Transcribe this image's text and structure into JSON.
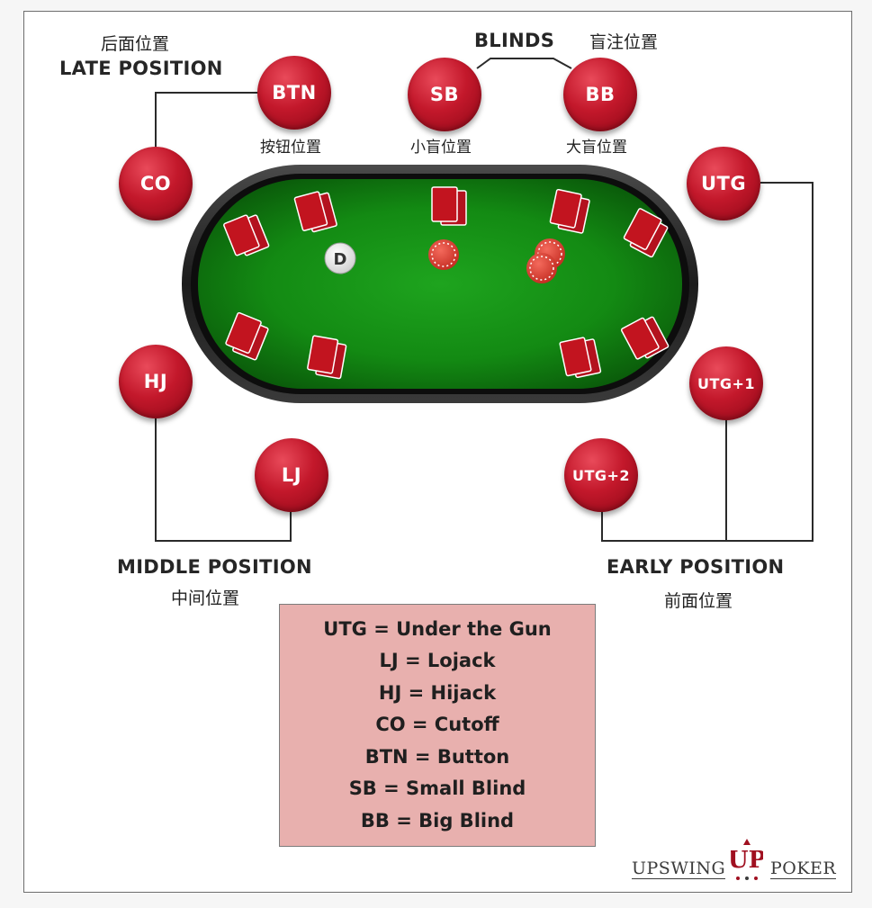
{
  "seats": {
    "btn": "BTN",
    "co": "CO",
    "sb": "SB",
    "bb": "BB",
    "utg": "UTG",
    "hj": "HJ",
    "lj": "LJ",
    "utg1": "UTG+1",
    "utg2": "UTG+2"
  },
  "labels": {
    "late_position": "LATE POSITION",
    "late_position_cn": "后面位置",
    "blinds": "BLINDS",
    "blinds_cn": "盲注位置",
    "button_cn": "按钮位置",
    "small_blind_cn": "小盲位置",
    "big_blind_cn": "大盲位置",
    "middle_position": "MIDDLE POSITION",
    "middle_position_cn": "中间位置",
    "early_position": "EARLY POSITION",
    "early_position_cn": "前面位置"
  },
  "dealer_button": "D",
  "legend": [
    "UTG = Under the Gun",
    "LJ = Lojack",
    "HJ = Hijack",
    "CO = Cutoff",
    "BTN = Button",
    "SB = Small Blind",
    "BB = Big Blind"
  ],
  "logo": {
    "left": "UPSWING",
    "right": "POKER",
    "mark": "UP"
  },
  "colors": {
    "seat_red": "#c3182b",
    "felt_green": "#149014",
    "rail_dark": "#2a2a2a",
    "legend_bg": "#e8b0ae",
    "card_red": "#b3121e",
    "chip_red": "#e04a3e"
  }
}
